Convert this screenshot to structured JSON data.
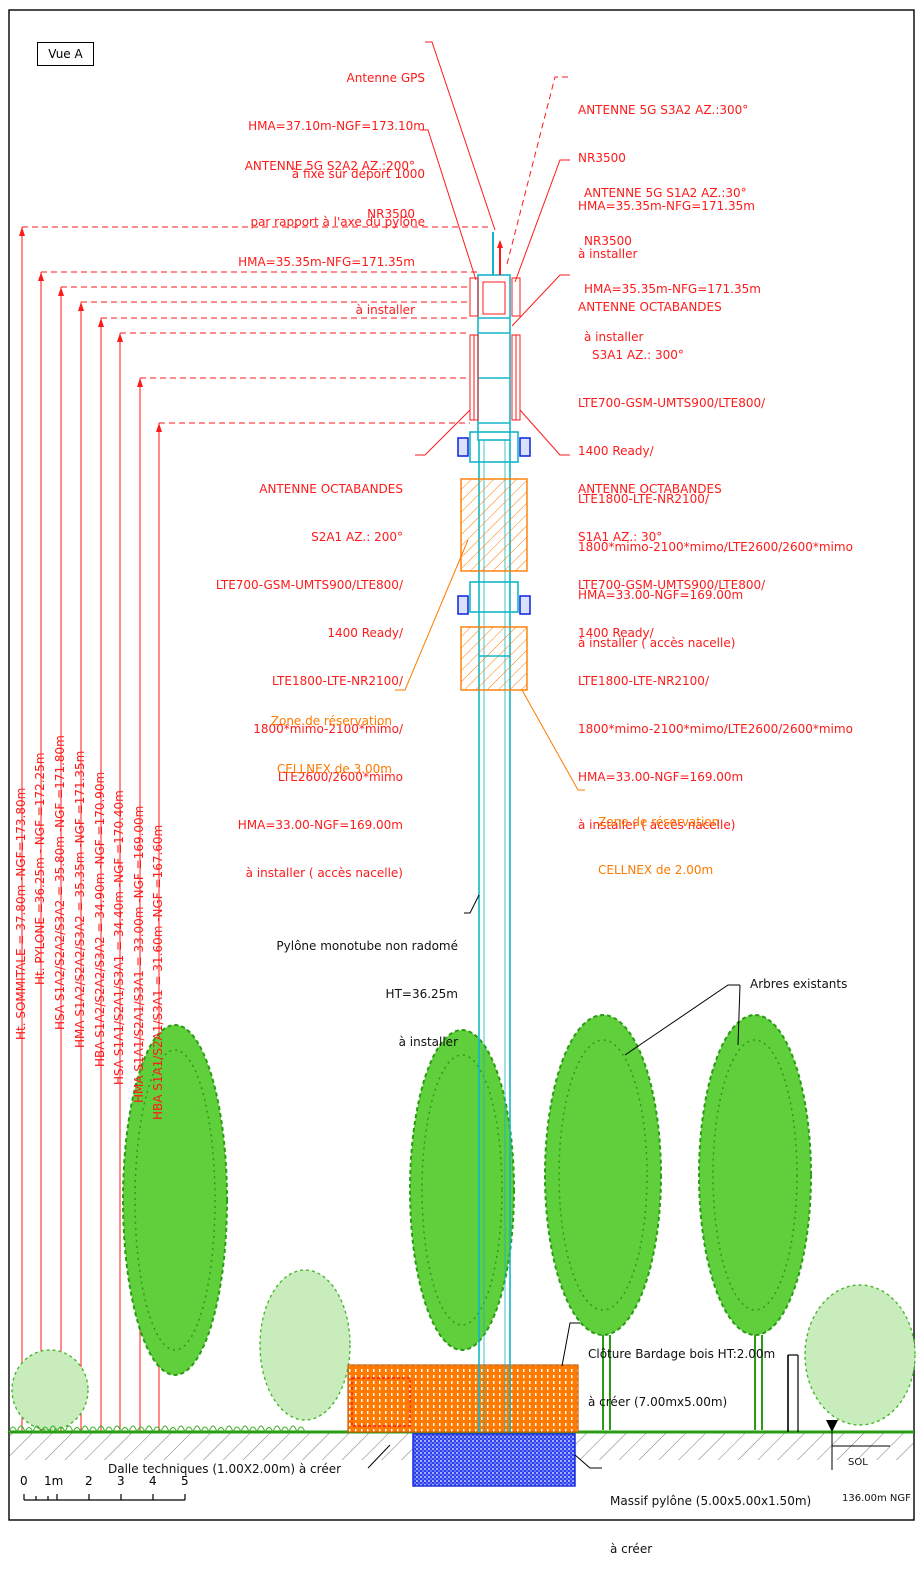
{
  "view_label": "Vue A",
  "gps": [
    "Antenne GPS",
    "HMA=37.10m-NGF=173.10m",
    "à fixe sur déport 1000",
    "par rapport à l'axe du pylône"
  ],
  "s3a2_5g": [
    "ANTENNE 5G S3A2 AZ.:300°",
    "NR3500",
    "HMA=35.35m-NFG=171.35m",
    "à installer"
  ],
  "s2a2_5g": [
    "ANTENNE 5G S2A2 AZ.:200°",
    "NR3500",
    "HMA=35.35m-NFG=171.35m",
    "à installer"
  ],
  "s1a2_5g": [
    "ANTENNE 5G S1A2 AZ.:30°",
    "NR3500",
    "HMA=35.35m-NFG=171.35m",
    "à installer"
  ],
  "s3a1_octa": [
    "ANTENNE OCTABANDES",
    "S3A1 AZ.: 300°",
    "LTE700-GSM-UMTS900/LTE800/",
    "1400 Ready/",
    "LTE1800-LTE-NR2100/",
    "1800*mimo-2100*mimo/LTE2600/2600*mimo",
    "HMA=33.00-NGF=169.00m",
    "à installer ( accès nacelle)"
  ],
  "s2a1_octa": [
    "ANTENNE OCTABANDES",
    "S2A1 AZ.: 200°",
    "LTE700-GSM-UMTS900/LTE800/",
    "1400 Ready/",
    "LTE1800-LTE-NR2100/",
    "1800*mimo-2100*mimo/",
    "LTE2600/2600*mimo",
    "HMA=33.00-NGF=169.00m",
    "à installer ( accès nacelle)"
  ],
  "s1a1_octa": [
    "ANTENNE OCTABANDES",
    "S1A1 AZ.: 30°",
    "LTE700-GSM-UMTS900/LTE800/",
    "1400 Ready/",
    "LTE1800-LTE-NR2100/",
    "1800*mimo-2100*mimo/LTE2600/2600*mimo",
    "HMA=33.00-NGF=169.00m",
    "à installer ( accès nacelle)"
  ],
  "zone_3m": [
    "Zone de réservation",
    "CELLNEX de 3.00m"
  ],
  "zone_2m": [
    "Zone de réservation",
    "CELLNEX de 2.00m"
  ],
  "pylon": [
    "Pylône monotube non radomé",
    "HT=36.25m",
    "à installer"
  ],
  "trees_label": "Arbres existants",
  "fence": [
    "Clôture Bardage bois HT:2.00m",
    "à créer (7.00mx5.00m)"
  ],
  "slab": "Dalle techniques (1.00X2.00m) à créer",
  "massif": [
    "Massif pylône (5.00x5.00x1.50m)",
    "à créer"
  ],
  "ground": [
    "SOL",
    "136.00m NGF"
  ],
  "heights": [
    "Ht. SOMMITALE = 37.80m -NGF=173.80m",
    "Ht. PYLONE =36.25m - NGF =172.25m",
    "HSA S1A2/S2A2/S3A2 = 35.80m -NGF =171.80m",
    "HMA S1A2/S2A2/S3A2 = 35.35m -NGF =171.35m",
    "HBA S1A2/S2A2/S3A2 = 34.90m -NGF =170.90m",
    "HSA S1A1/S2A1/S3A1 = 34.40m -NGF =170.40m",
    "HMA S1A1/S2A1/S3A1 = 33.00m -NGF =169.00m",
    "HBA S1A1/S2A1/S3A1 = 31.60m -NGF =167.60m"
  ],
  "scale": [
    "0",
    "1m",
    "2",
    "3",
    "4",
    "5"
  ],
  "colors": {
    "annotation": "#ff1a1a",
    "reservation": "#ff7a00",
    "pylon": "#13b5c8",
    "tree": "#2fae1a",
    "massif": "#1a2fe0",
    "antenna": "#1a2fe0"
  }
}
